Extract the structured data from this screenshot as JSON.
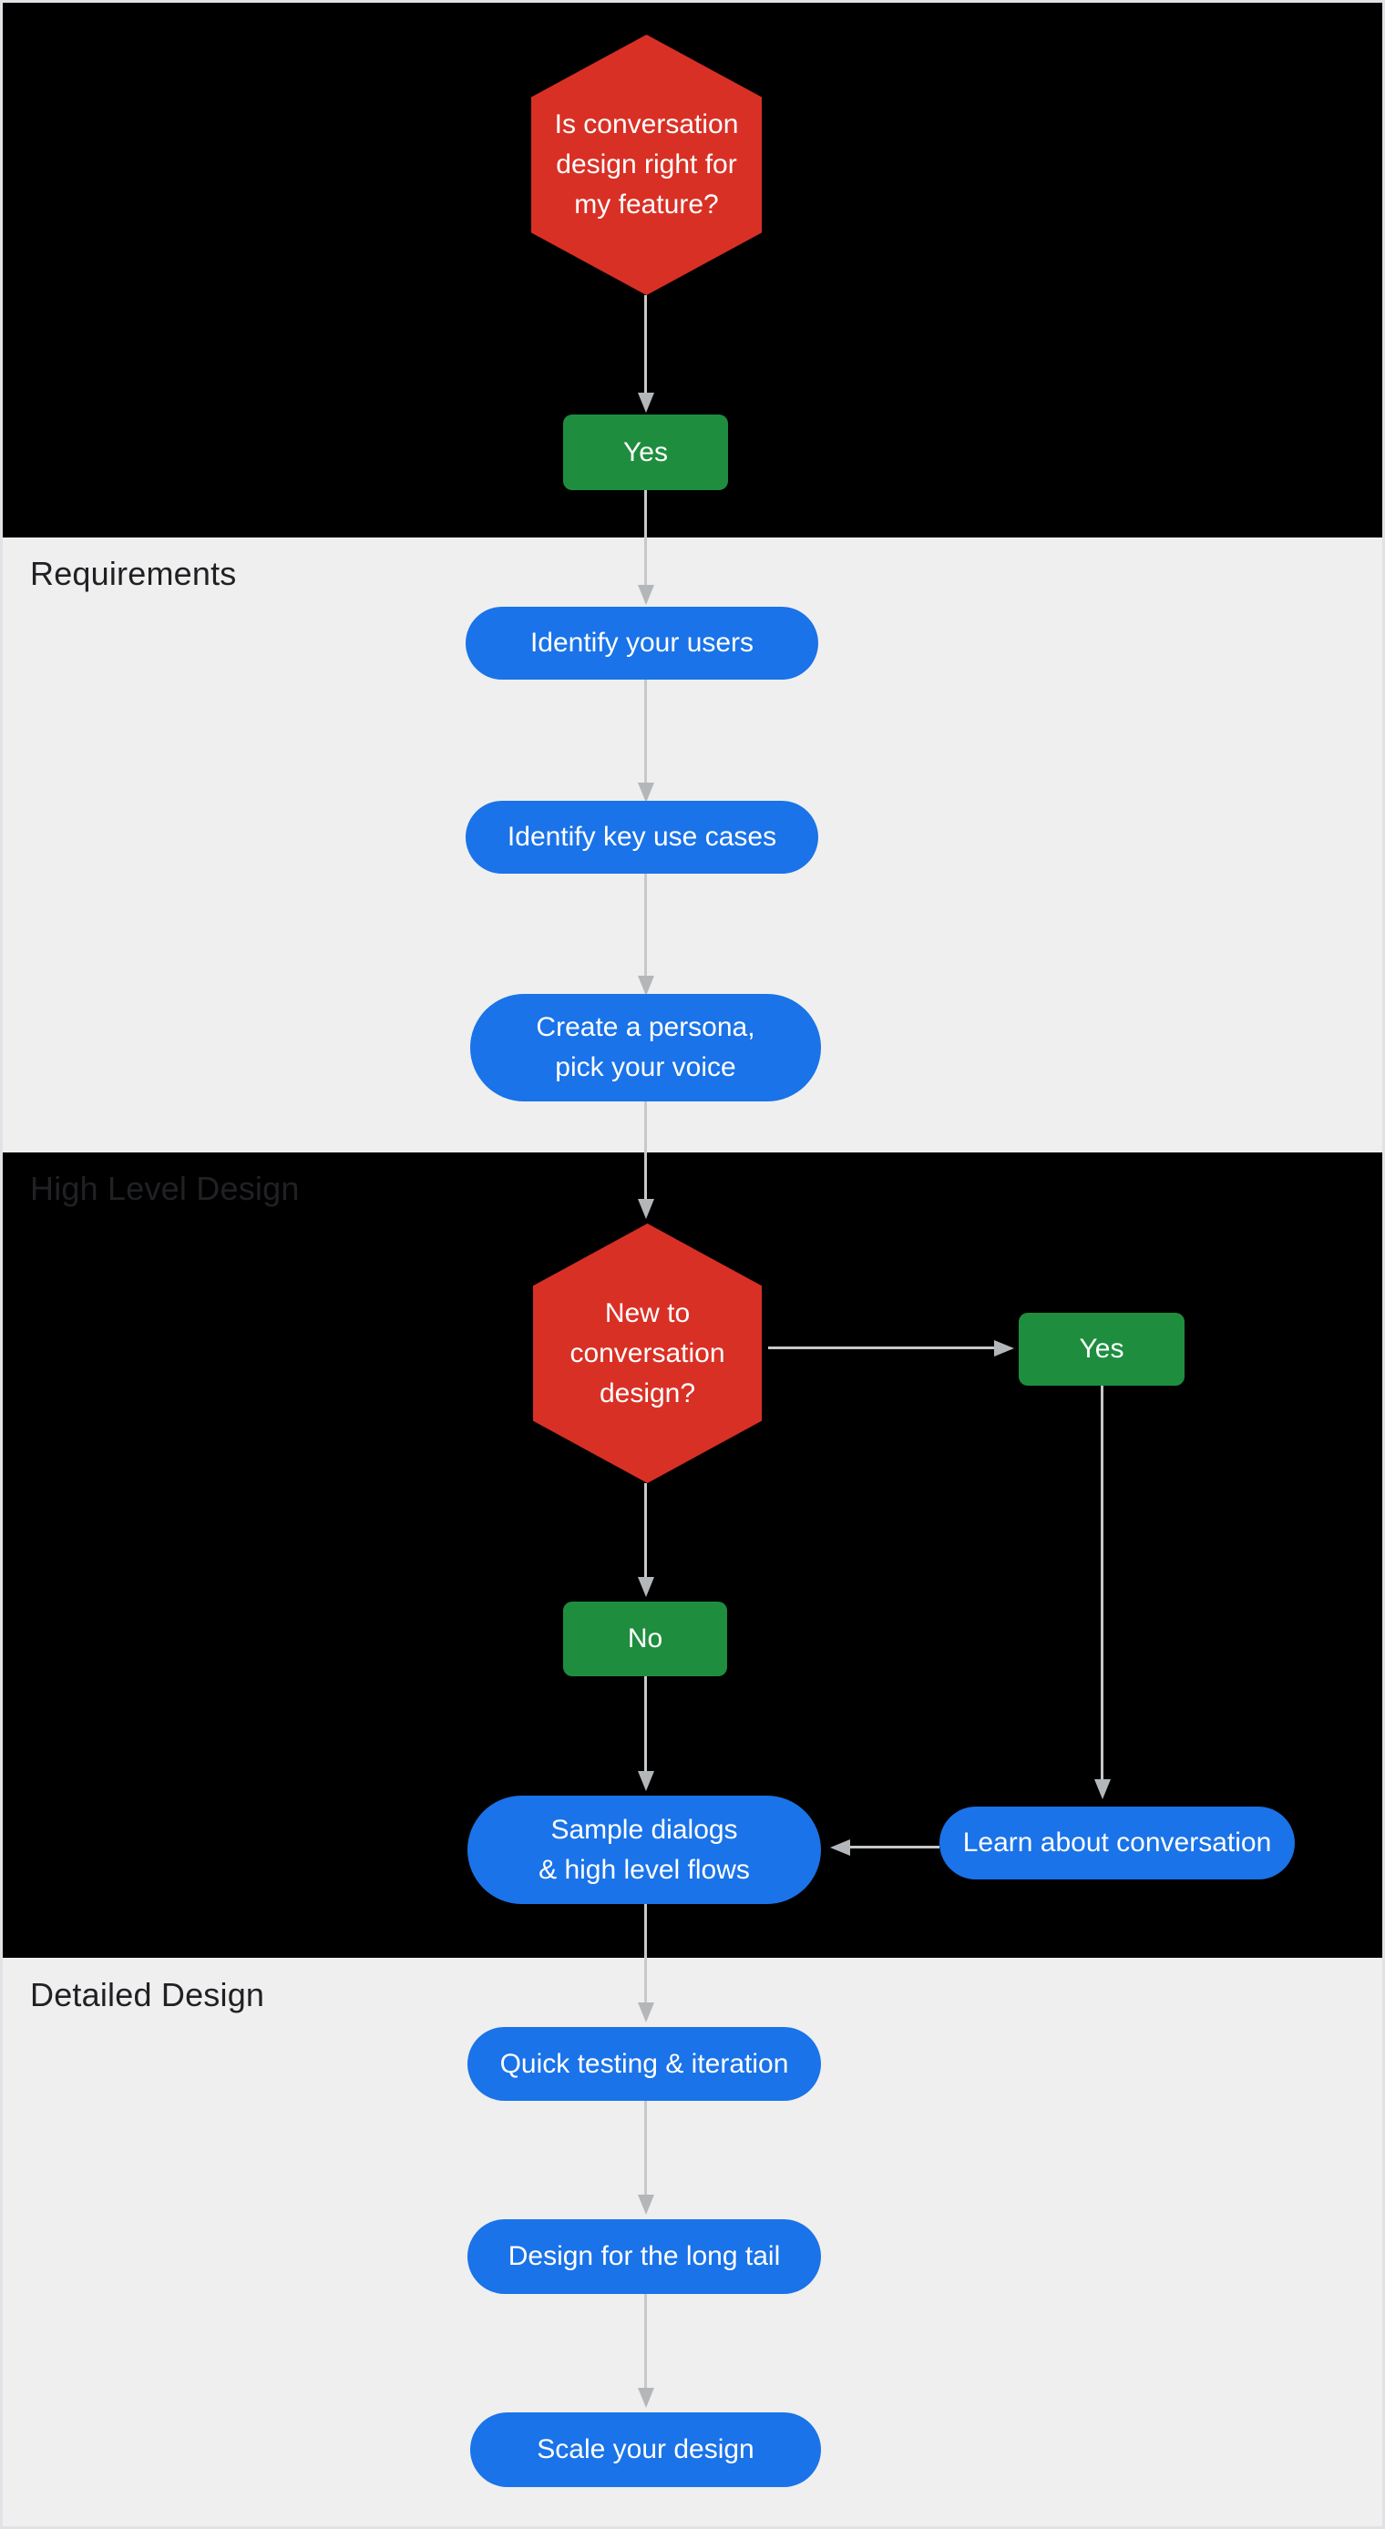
{
  "colors": {
    "red": "#d93025",
    "green": "#1e8e3e",
    "blue": "#1a73e8",
    "section_dark": "#000000",
    "section_light": "#efefef",
    "label": "#202124",
    "line": "#c7c8ca",
    "arrowhead": "#b4b7ba",
    "node_text": "#ffffff",
    "page_border": "#e0e2e5"
  },
  "sections": [
    {
      "id": "intro",
      "label": ""
    },
    {
      "id": "requirements",
      "label": "Requirements"
    },
    {
      "id": "high-level-design",
      "label": "High Level Design"
    },
    {
      "id": "detailed-design",
      "label": "Detailed Design"
    }
  ],
  "nodes": {
    "q_right_for_feature": {
      "type": "decision",
      "lines": [
        "Is conversation",
        "design right for",
        "my feature?"
      ]
    },
    "yes_1": {
      "type": "answer",
      "label": "Yes"
    },
    "identify_users": {
      "type": "step",
      "label": "Identify your users"
    },
    "identify_use_cases": {
      "type": "step",
      "label": "Identify key use cases"
    },
    "create_persona": {
      "type": "step",
      "lines": [
        "Create a persona,",
        "pick your voice"
      ]
    },
    "q_new_to_design": {
      "type": "decision",
      "lines": [
        "New to",
        "conversation",
        "design?"
      ]
    },
    "yes_2": {
      "type": "answer",
      "label": "Yes"
    },
    "no_1": {
      "type": "answer",
      "label": "No"
    },
    "sample_dialogs": {
      "type": "step",
      "lines": [
        "Sample dialogs",
        "& high level flows"
      ]
    },
    "learn_conversation": {
      "type": "step",
      "label": "Learn about conversation"
    },
    "quick_testing": {
      "type": "step",
      "label": "Quick testing & iteration"
    },
    "long_tail": {
      "type": "step",
      "label": "Design for the long tail"
    },
    "scale_design": {
      "type": "step",
      "label": "Scale your design"
    }
  }
}
